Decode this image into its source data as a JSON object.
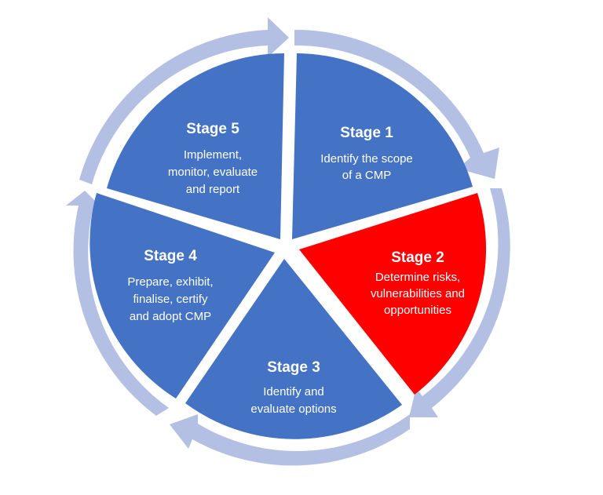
{
  "diagram": {
    "stages": [
      {
        "id": "stage-1",
        "title": "Stage 1",
        "lines": [
          "Identify the scope",
          "of a CMP"
        ],
        "color": "#4472C4"
      },
      {
        "id": "stage-2",
        "title": "Stage 2",
        "lines": [
          "Determine risks,",
          "vulnerabilities and",
          "opportunities"
        ],
        "color": "#FF0000"
      },
      {
        "id": "stage-3",
        "title": "Stage 3",
        "lines": [
          "Identify and",
          "evaluate options"
        ],
        "color": "#4472C4"
      },
      {
        "id": "stage-4",
        "title": "Stage 4",
        "lines": [
          "Prepare, exhibit,",
          "finalise, certify",
          "and adopt CMP"
        ],
        "color": "#4472C4"
      },
      {
        "id": "stage-5",
        "title": "Stage 5",
        "lines": [
          "Implement,",
          "monitor, evaluate",
          "and report"
        ],
        "color": "#4472C4"
      }
    ],
    "colors": {
      "segment_default": "#4472C4",
      "segment_highlight": "#FF0000",
      "arrow_ring": "#B4C0E3",
      "text": "#FFFFFF"
    }
  }
}
